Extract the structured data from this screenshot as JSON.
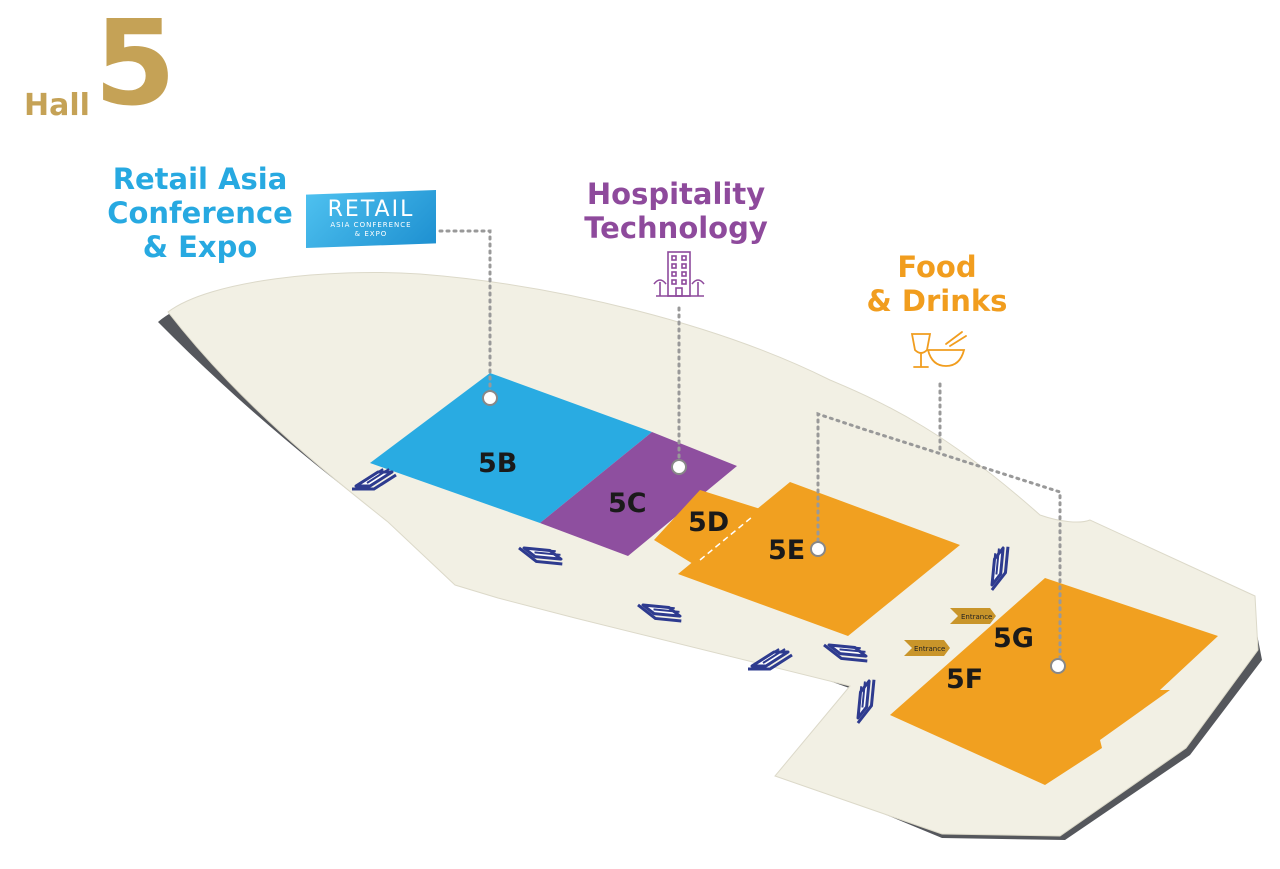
{
  "header": {
    "hall_label": "Hall",
    "hall_number": "5"
  },
  "categories": [
    {
      "id": "retail",
      "lines": [
        "Retail Asia",
        "Conference",
        "& Expo"
      ],
      "color": "#27a9e1"
    },
    {
      "id": "hospitality",
      "lines": [
        "Hospitality",
        "Technology"
      ],
      "color": "#8e4a9c"
    },
    {
      "id": "food",
      "lines": [
        "Food",
        "& Drinks"
      ],
      "color": "#f19d1e"
    }
  ],
  "retail_logo": {
    "main": "RETAIL",
    "sub1": "ASIA CONFERENCE",
    "sub2": "& EXPO"
  },
  "zones": [
    {
      "id": "5B",
      "label": "5B",
      "color": "#29abe2"
    },
    {
      "id": "5C",
      "label": "5C",
      "color": "#8e4f9f"
    },
    {
      "id": "5D",
      "label": "5D",
      "color": "#f1a020"
    },
    {
      "id": "5E",
      "label": "5E",
      "color": "#f1a020"
    },
    {
      "id": "5F",
      "label": "5F",
      "color": "#f1a020"
    },
    {
      "id": "5G",
      "label": "5G",
      "color": "#f1a020"
    }
  ],
  "entrances": [
    {
      "label": "Entrance"
    },
    {
      "label": "Entrance"
    }
  ],
  "icons": [
    "hotel-icon",
    "glass-bowl-icon",
    "escalator-icon",
    "entrance-arrow-icon"
  ],
  "colors": {
    "floor": "#f2f0e4",
    "floor_shadow": "#55575c",
    "escalator": "#2e3b8f",
    "gold": "#c5a256"
  }
}
